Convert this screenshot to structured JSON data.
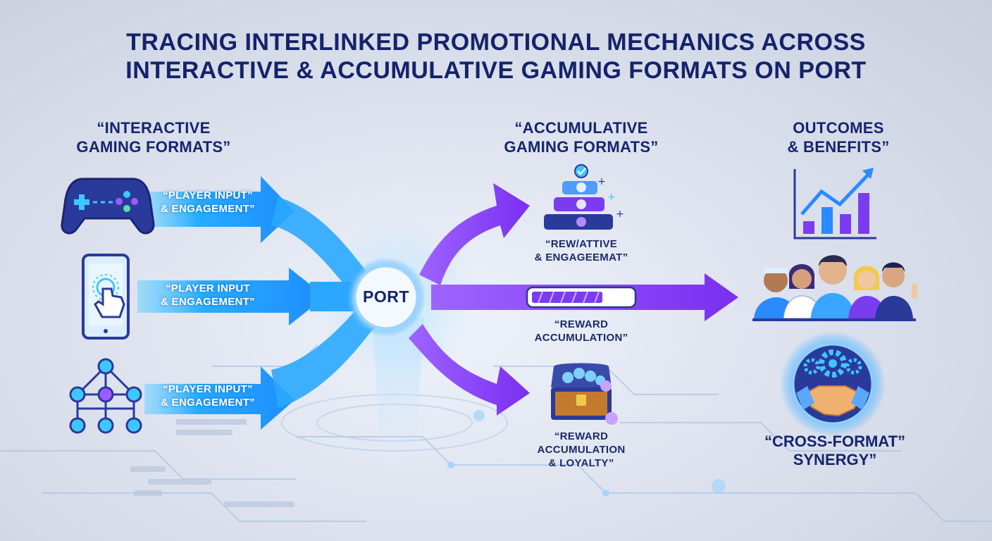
{
  "title": {
    "line1": "TRACING INTERLINKED PROMOTIONAL MECHANICS ACROSS",
    "line2": "INTERACTIVE & ACCUMULATIVE GAMING FORMATS ON PORT"
  },
  "columns": {
    "interactive": {
      "line1": "“INTERACTIVE",
      "line2": "GAMING FORMATS”"
    },
    "accumulative": {
      "line1": "“ACCUMULATIVE",
      "line2": "GAMING FORMATS”"
    },
    "outcomes": {
      "line1": "OUTCOMES",
      "line2": "& BENEFITS”"
    }
  },
  "inputs": [
    {
      "icon": "game-controller-icon",
      "line1": "“PLAYER INPUT”",
      "line2": "& ENGAGEMENT”"
    },
    {
      "icon": "smartphone-tap-icon",
      "line1": "“PLAYER INPUT",
      "line2": "& ENGAGEMENT”"
    },
    {
      "icon": "network-nodes-icon",
      "line1": "“PLAYER INPUT”",
      "line2": "& ENGAGEMENT”"
    }
  ],
  "hub": {
    "label": "PORT"
  },
  "accumulative_items": [
    {
      "icon": "tier-pyramid-icon",
      "line1": "“REW/ATTIVE",
      "line2": "& ENGAGEEMAT”"
    },
    {
      "icon": "progress-bar-icon",
      "line1": "“REWARD",
      "line2": "ACCUMULATION”"
    },
    {
      "icon": "treasure-chest-icon",
      "line1": "“REWARD",
      "line2": "ACCUMULATION",
      "line3": "& LOYALTY”"
    }
  ],
  "outcomes": {
    "chart_icon": "growth-chart-icon",
    "people_icon": "players-group-icon",
    "synergy_icon": "gears-handshake-icon",
    "synergy_line1": "“CROSS-FORMAT”",
    "synergy_line2": "SYNERGY”"
  },
  "colors": {
    "blue_flow": "#2fb4ff",
    "purple_flow": "#8a3ff0",
    "navy": "#14236b"
  }
}
